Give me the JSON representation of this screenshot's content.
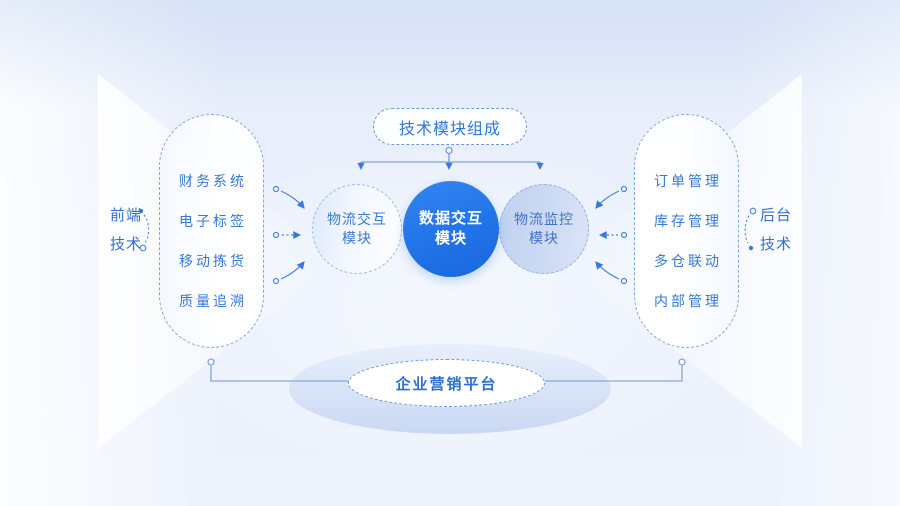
{
  "diagram": {
    "title": "技术模块组成",
    "modules": [
      {
        "line1": "物流交互",
        "line2": "模块"
      },
      {
        "line1": "数据交互",
        "line2": "模块"
      },
      {
        "line1": "物流监控",
        "line2": "模块"
      }
    ],
    "left_panel": {
      "label_line1": "前端",
      "label_line2": "技术",
      "items": [
        "财务系统",
        "电子标签",
        "移动拣货",
        "质量追溯"
      ]
    },
    "right_panel": {
      "label_line1": "后台",
      "label_line2": "技术",
      "items": [
        "订单管理",
        "库存管理",
        "多仓联动",
        "内部管理"
      ]
    },
    "bottom_platform": "企业营销平台",
    "colors": {
      "primary_blue": "#2173e8",
      "text_blue": "#3679d8",
      "line_blue": "#5d8fdd",
      "light_circle_bg": "#ccd9f3",
      "background": "#e9effb"
    }
  }
}
